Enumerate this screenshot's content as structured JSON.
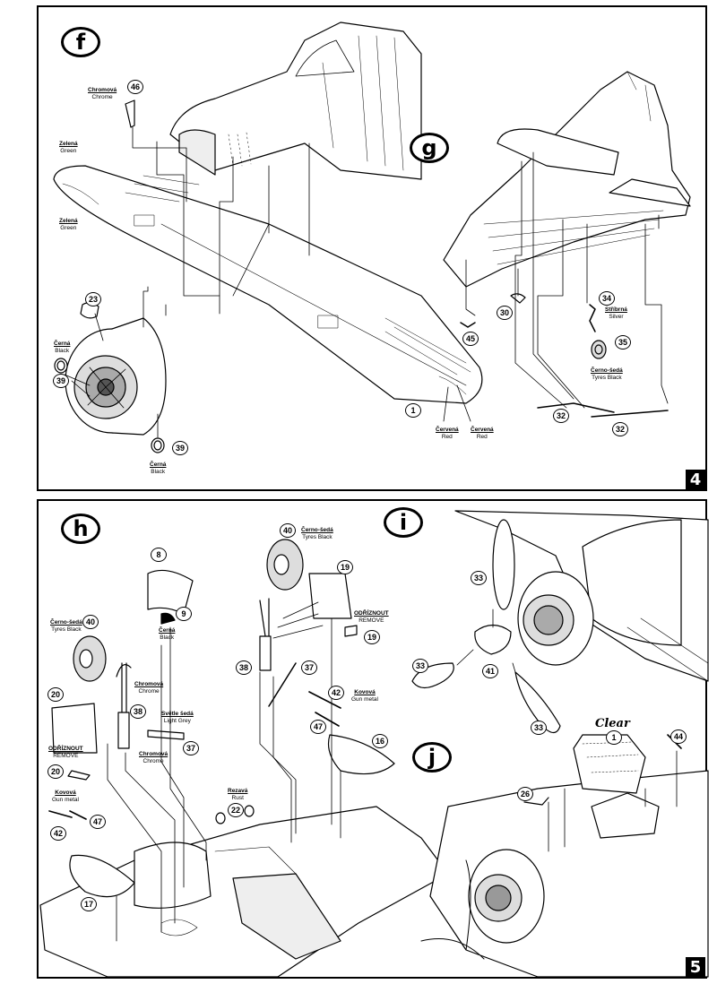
{
  "pages": {
    "top": {
      "step_f": "f",
      "step_g": "g",
      "page_number": "4"
    },
    "bottom": {
      "step_h": "h",
      "step_i": "i",
      "step_j": "j",
      "page_number": "5"
    }
  },
  "parts": {
    "p1": "1",
    "p8": "8",
    "p9": "9",
    "p16": "16",
    "p17": "17",
    "p19a": "19",
    "p19b": "19",
    "p20a": "20",
    "p20b": "20",
    "p22": "22",
    "p23": "23",
    "p26": "26",
    "p30": "30",
    "p32a": "32",
    "p32b": "32",
    "p33a": "33",
    "p33b": "33",
    "p33c": "33",
    "p34": "34",
    "p35": "35",
    "p37a": "37",
    "p37b": "37",
    "p38a": "38",
    "p38b": "38",
    "p39a": "39",
    "p39b": "39",
    "p40a": "40",
    "p40b": "40",
    "p41": "41",
    "p42a": "42",
    "p42b": "42",
    "p44": "44",
    "p45": "45",
    "p46": "46",
    "p47a": "47",
    "p47b": "47"
  },
  "labels": {
    "chrome_46": {
      "cz": "Chromová",
      "en": "Chrome"
    },
    "green_top": {
      "cz": "Zelená",
      "en": "Green"
    },
    "green_bottom": {
      "cz": "Zelená",
      "en": "Green"
    },
    "black_39a": {
      "cz": "Černá",
      "en": "Black"
    },
    "black_39b": {
      "cz": "Černá",
      "en": "Black"
    },
    "red_a": {
      "cz": "Červená",
      "en": "Red"
    },
    "red_b": {
      "cz": "Červená",
      "en": "Red"
    },
    "silver_34": {
      "cz": "Stříbrná",
      "en": "Silver"
    },
    "tyres_35": {
      "cz": "Černo-šedá",
      "en": "Tyres Black"
    },
    "black_9": {
      "cz": "Černá",
      "en": "Black"
    },
    "tyres_40a": {
      "cz": "Černo-šedá",
      "en": "Tyres Black"
    },
    "tyres_40b": {
      "cz": "Černo-šedá",
      "en": "Tyres Black"
    },
    "remove_19": {
      "cz": "ODŘÍZNOUT",
      "en": "REMOVE"
    },
    "remove_20": {
      "cz": "ODŘÍZNOUT",
      "en": "REMOVE"
    },
    "chrome_38a": {
      "cz": "Chromová",
      "en": "Chrome"
    },
    "light_grey": {
      "cz": "Světle šedá",
      "en": "Light Grey"
    },
    "chrome_37": {
      "cz": "Chromová",
      "en": "Chrome"
    },
    "gun_metal_a": {
      "cz": "Kovová",
      "en": "Gun metal"
    },
    "gun_metal_b": {
      "cz": "Kovová",
      "en": "Gun metal"
    },
    "rust": {
      "cz": "Rezavá",
      "en": "Rust"
    },
    "clear": "Clear"
  },
  "colors": {
    "ink": "#000000",
    "paper": "#ffffff",
    "page_number_bg": "#000000"
  }
}
